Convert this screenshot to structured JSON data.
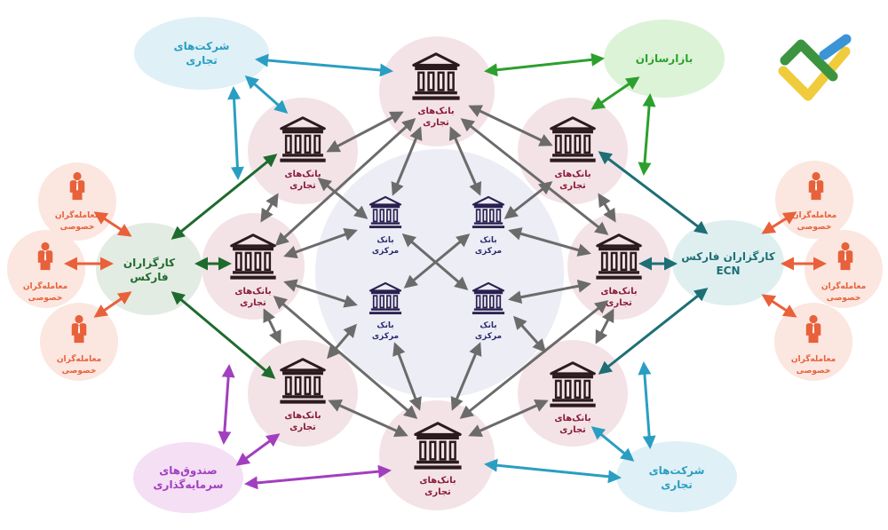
{
  "labels": {
    "commercial_bank_line1": "بانک‌های",
    "commercial_bank_line2": "تجاری",
    "central_bank_line1": "بانک",
    "central_bank_line2": "مرکزی",
    "private_trader_line1": "معامله‌گران",
    "private_trader_line2": "خصوصی",
    "forex_broker_line1": "کارگزاران",
    "forex_broker_line2": "فارکس",
    "ecn_broker_line1": "کارگزاران فارکس",
    "ecn_broker_line2": "ECN",
    "companies_line1": "شرکت‌های",
    "companies_line2": "تجاری",
    "market_makers": "بازارسازان",
    "funds_line1": "صندوق‌های",
    "funds_line2": "سرمایه‌گذاری"
  },
  "colors": {
    "bank_icon": "#2b1a1f",
    "central_icon": "#2a2050",
    "trader_orange": "#e8613a",
    "forex_green": "#1e6b2e",
    "ecn_teal": "#1d6f75",
    "corp_blue": "#2a9ec2",
    "mm_green": "#2ca02c",
    "fund_purple": "#a23fbf",
    "bank_arrow_gray": "#6b6b6b"
  },
  "icons": {
    "bank": "bank-building-icon",
    "trader": "businessman-icon",
    "logo": "litefinance-logo-icon"
  }
}
